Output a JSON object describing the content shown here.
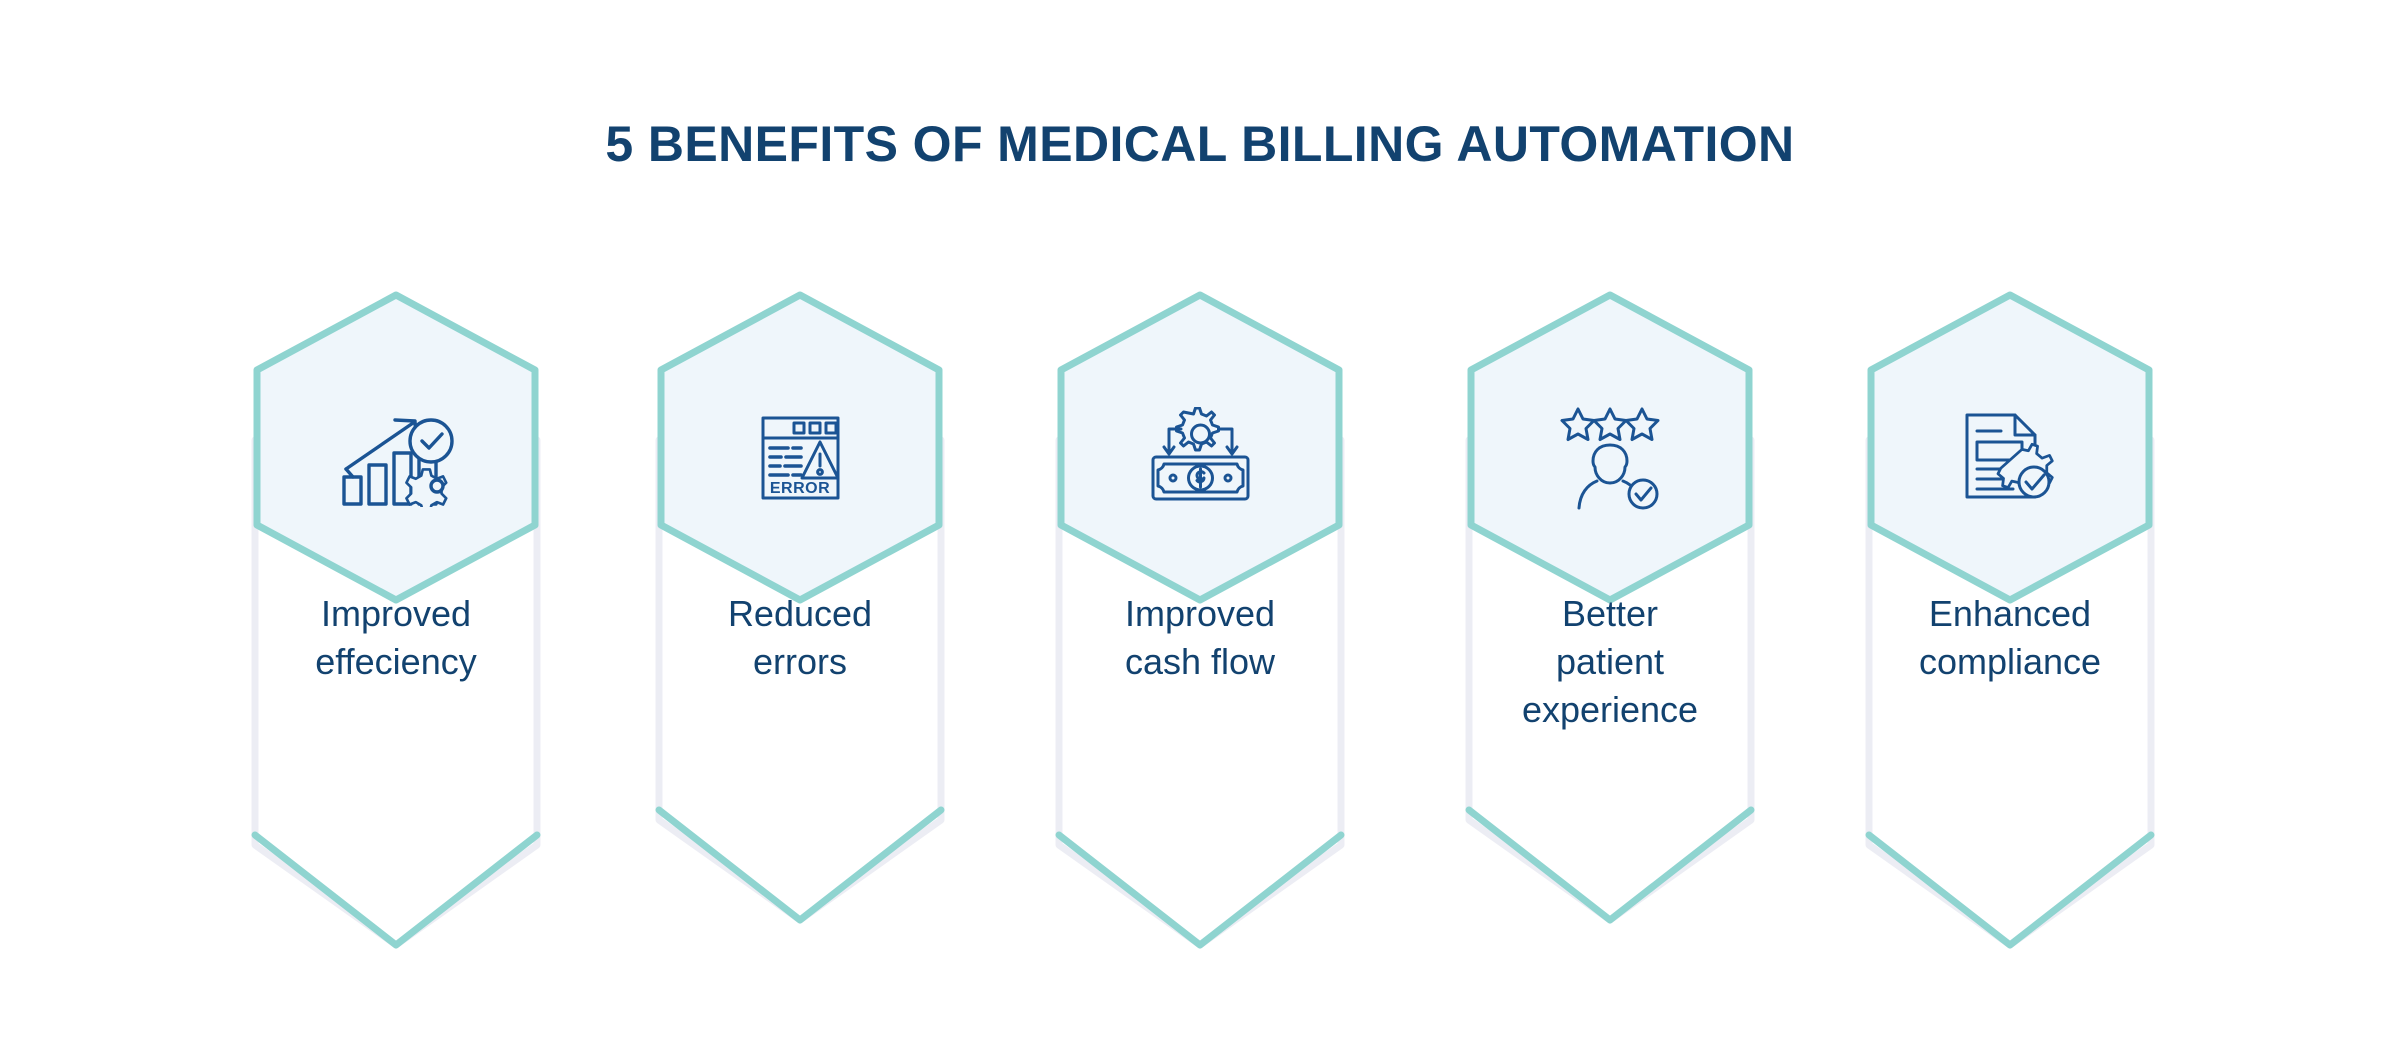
{
  "page": {
    "title": "5 BENEFITS OF MEDICAL BILLING AUTOMATION",
    "background_color": "#ffffff"
  },
  "theme": {
    "title_color": "#12426f",
    "label_color": "#12426f",
    "hexagon_border_color": "#8fd4d0",
    "hexagon_fill_color": "#eff6fb",
    "banner_fill_color": "#ffffff",
    "banner_side_color": "#ecedf4",
    "icon_stroke_color": "#1b5494"
  },
  "benefits": [
    {
      "index": 1,
      "label": "Improved\neffeciency",
      "icon": "growth-chart-gear-check-icon",
      "icon_description": "Rising bar chart with upward arrow, check-circle and gear"
    },
    {
      "index": 2,
      "label": "Reduced\nerrors",
      "icon": "error-window-warning-icon",
      "icon_description": "Browser window showing ERROR text with warning triangle",
      "icon_text": "ERROR"
    },
    {
      "index": 3,
      "label": "Improved\ncash flow",
      "icon": "gear-cash-flow-icon",
      "icon_description": "Gear with arrows flowing down into a dollar banknote",
      "icon_text": "$"
    },
    {
      "index": 4,
      "label": "Better\npatient\nexperience",
      "icon": "patient-rating-stars-icon",
      "icon_description": "Three stars above a person silhouette with check badge"
    },
    {
      "index": 5,
      "label": "Enhanced\ncompliance",
      "icon": "document-gear-check-icon",
      "icon_description": "Document with folded corner and gear containing a check mark"
    }
  ]
}
